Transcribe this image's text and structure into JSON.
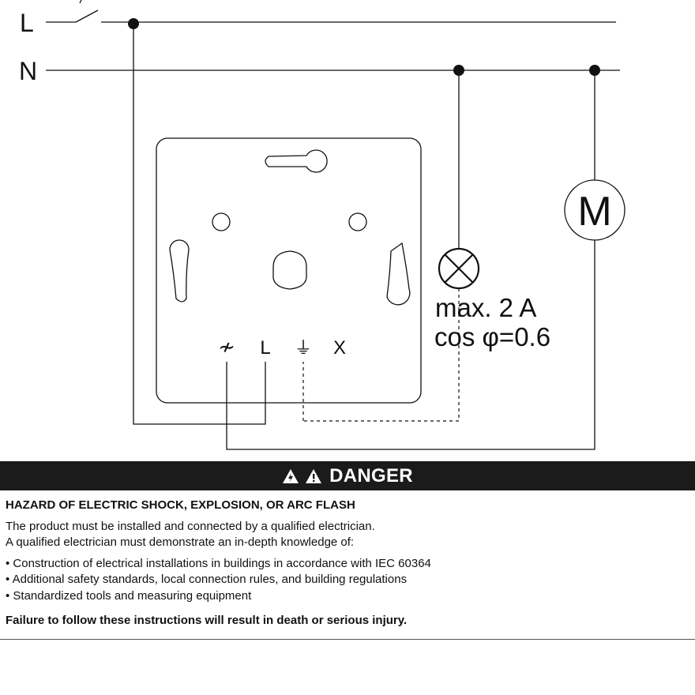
{
  "diagram": {
    "line_labels": {
      "live": "L",
      "neutral": "N"
    },
    "motor_label": "M",
    "lamp_rating": {
      "current": "max. 2 A",
      "power_factor": "cos φ=0.6"
    },
    "terminals": {
      "output": "≁",
      "live": "L",
      "ground": "⏚",
      "extra": "X"
    }
  },
  "warning": {
    "banner": "DANGER",
    "heading": "HAZARD OF ELECTRIC SHOCK, EXPLOSION, OR ARC FLASH",
    "intro_1": "The product must be installed and connected by a qualified electrician.",
    "intro_2": "A qualified electrician must demonstrate an in-depth knowledge of:",
    "bullets": [
      "Construction of electrical installations in buildings in accordance with IEC 60364",
      "Additional safety standards, local connection rules, and building regulations",
      "Standardized tools and measuring equipment"
    ],
    "consequence": "Failure to follow these instructions will result in death or serious injury."
  }
}
